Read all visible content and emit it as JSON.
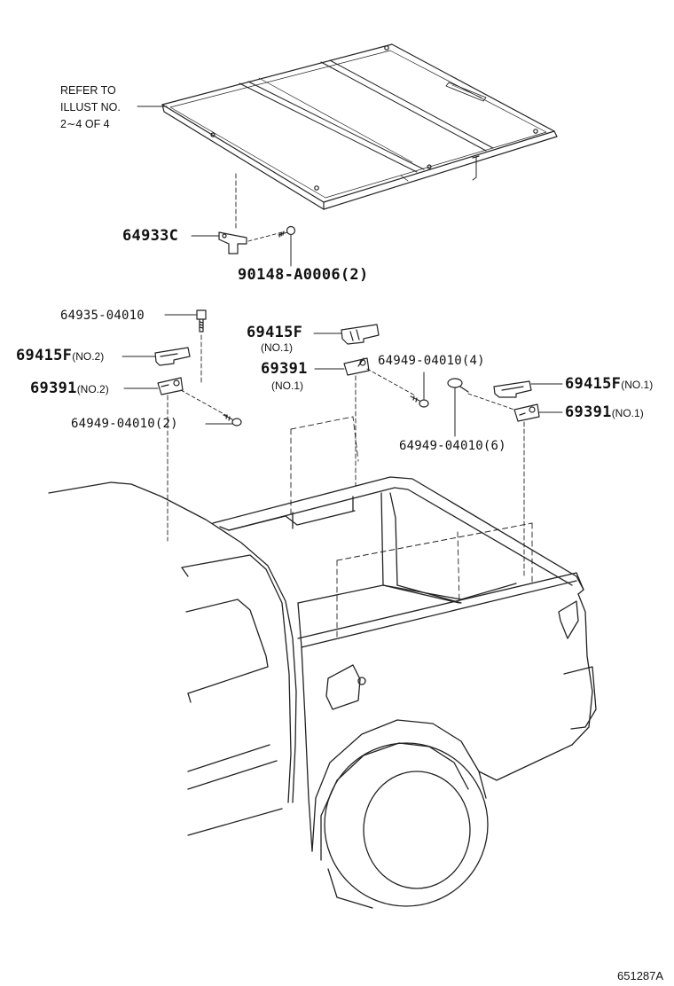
{
  "refer_note": {
    "line1": "REFER TO",
    "line2": "ILLUST NO.",
    "line3": "2∼4 OF 4"
  },
  "parts": {
    "p64933C": "64933C",
    "p90148": "90148-A0006(2)",
    "p64935": "64935-04010",
    "p69415F_no2": {
      "num": "69415F",
      "suffix": "(NO.2)"
    },
    "p69391_no2": {
      "num": "69391",
      "suffix": "(NO.2)"
    },
    "p64949_2": "64949-04010(2)",
    "p69415F_no1_mid": {
      "num": "69415F",
      "suffix": "(NO.1)"
    },
    "p69391_no1_mid": {
      "num": "69391",
      "suffix": "(NO.1)"
    },
    "p64949_4": "64949-04010(4)",
    "p69415F_no1_right": {
      "num": "69415F",
      "suffix": "(NO.1)"
    },
    "p69391_no1_right": {
      "num": "69391",
      "suffix": "(NO.1)"
    },
    "p64949_6": "64949-04010(6)"
  },
  "diagram_code": "651287A"
}
